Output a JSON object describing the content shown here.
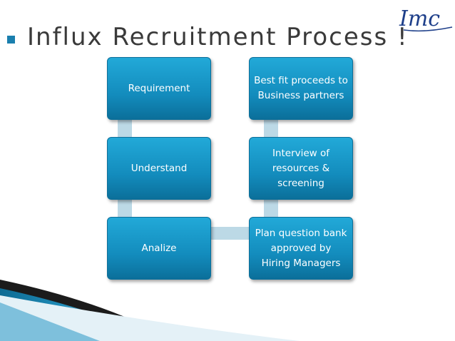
{
  "slide": {
    "title": "Influx Recruitment Process !",
    "logo_text": "Imc"
  },
  "boxes": {
    "requirement": "Requirement",
    "understand": "Understand",
    "analize": "Analize",
    "best_fit": "Best fit proceeds to\nBusiness partners",
    "interview": "Interview of\nresources &\nscreening",
    "plan": "Plan question bank\napproved  by\nHiring Managers"
  },
  "colors": {
    "box_top": "#22a9d8",
    "box_bottom": "#0b6f9a",
    "connector": "#bcd9e6",
    "bullet": "#1a7fae",
    "title_text": "#3a3a3a"
  }
}
